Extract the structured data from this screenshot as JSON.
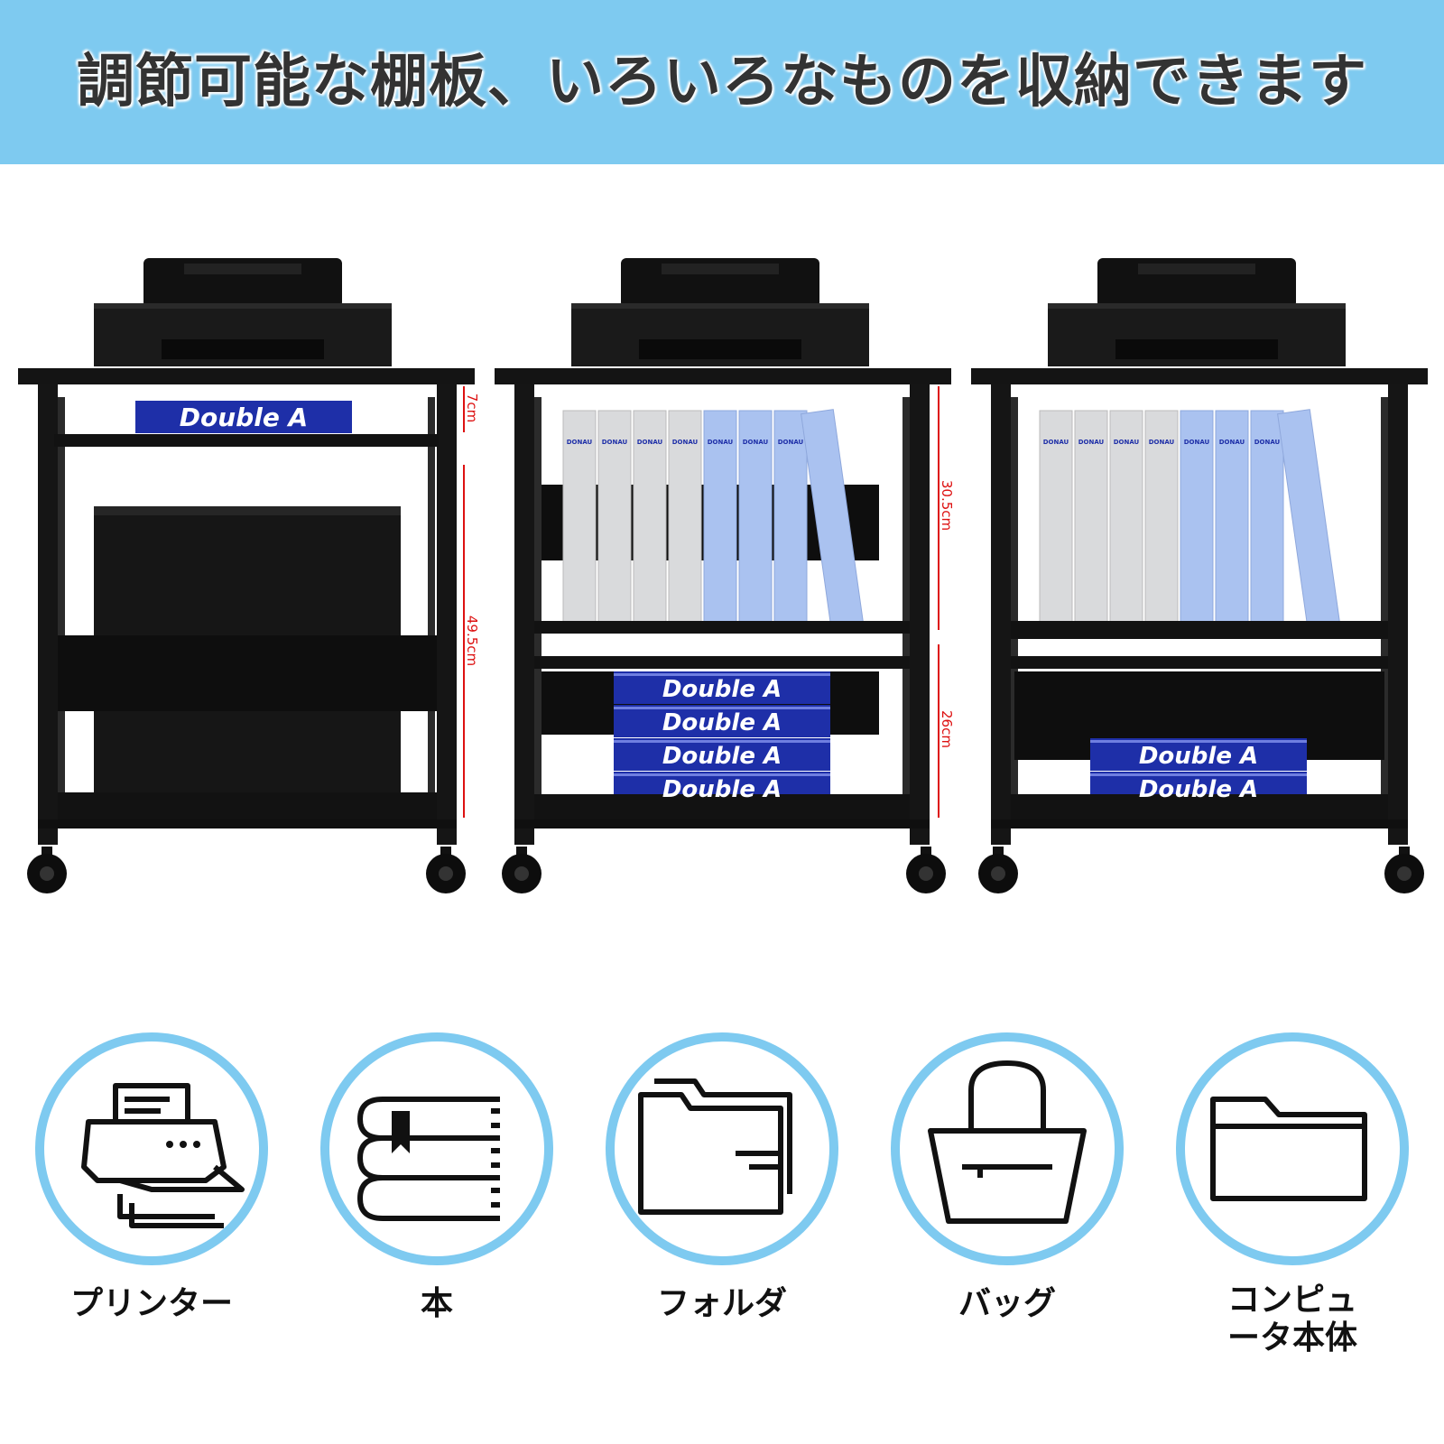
{
  "banner": {
    "title": "調節可能な棚板、いろいろなものを収納できます",
    "background_color": "#7ecaf0"
  },
  "products": [
    {
      "variant": "two-shelf",
      "printer": true,
      "paper_brand": "Double A",
      "dimensions": [
        "7cm",
        "49.5cm"
      ]
    },
    {
      "variant": "three-shelf-files",
      "printer": true,
      "file_brand": "DONAU",
      "paper_brand": "Double A",
      "dimensions": [
        "30.5cm",
        "26cm"
      ]
    },
    {
      "variant": "three-shelf-mixed",
      "printer": true,
      "file_brand": "DONAU",
      "paper_brand": "Double A"
    }
  ],
  "categories": [
    {
      "icon": "printer-icon",
      "label": "プリンター"
    },
    {
      "icon": "books-icon",
      "label": "本"
    },
    {
      "icon": "folders-icon",
      "label": "フォルダ"
    },
    {
      "icon": "bag-icon",
      "label": "バッグ"
    },
    {
      "icon": "folder-icon",
      "label": "コンピュ\nータ本体"
    }
  ],
  "colors": {
    "circle_ring": "#7ecaf0",
    "frame": "#111111",
    "paper_box": "#2233aa",
    "binder_grey": "#d9dadc",
    "binder_blue": "#aac2f0",
    "dimension_line": "#dd1111"
  }
}
